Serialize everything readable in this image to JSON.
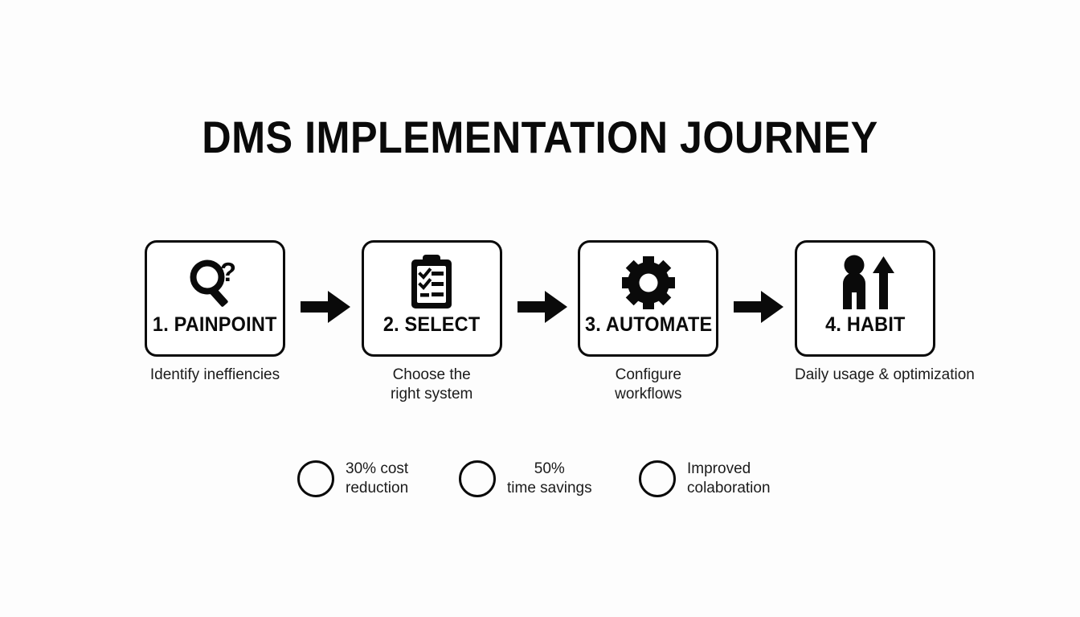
{
  "slide": {
    "title": "DMS IMPLEMENTATION JOURNEY",
    "background_color": "#fdfdfd",
    "ink_color": "#0a0a0a"
  },
  "steps": [
    {
      "label": "1. PAINPOINT",
      "caption": "Identify ineffiencies",
      "icon": "magnifier-question-icon",
      "arrow_after": "arrow-right-icon"
    },
    {
      "label": "2. SELECT",
      "caption": "Choose the\nright system",
      "icon": "clipboard-checklist-icon",
      "arrow_after": "arrow-right-icon"
    },
    {
      "label": "3. AUTOMATE",
      "caption": "Configure\nworkflows",
      "icon": "gear-icon",
      "arrow_after": "arrow-right-icon"
    },
    {
      "label": "4. HABIT",
      "caption": "Daily usage &\noptimization",
      "icon": "person-growth-arrow-icon",
      "arrow_after": null
    }
  ],
  "stats": [
    {
      "icon": "circle-outline-icon",
      "text": "30% cost\nreduction"
    },
    {
      "icon": "circle-outline-icon",
      "text": "50%\ntime savings"
    },
    {
      "icon": "circle-outline-icon",
      "text": "Improved\ncolaboration"
    }
  ]
}
